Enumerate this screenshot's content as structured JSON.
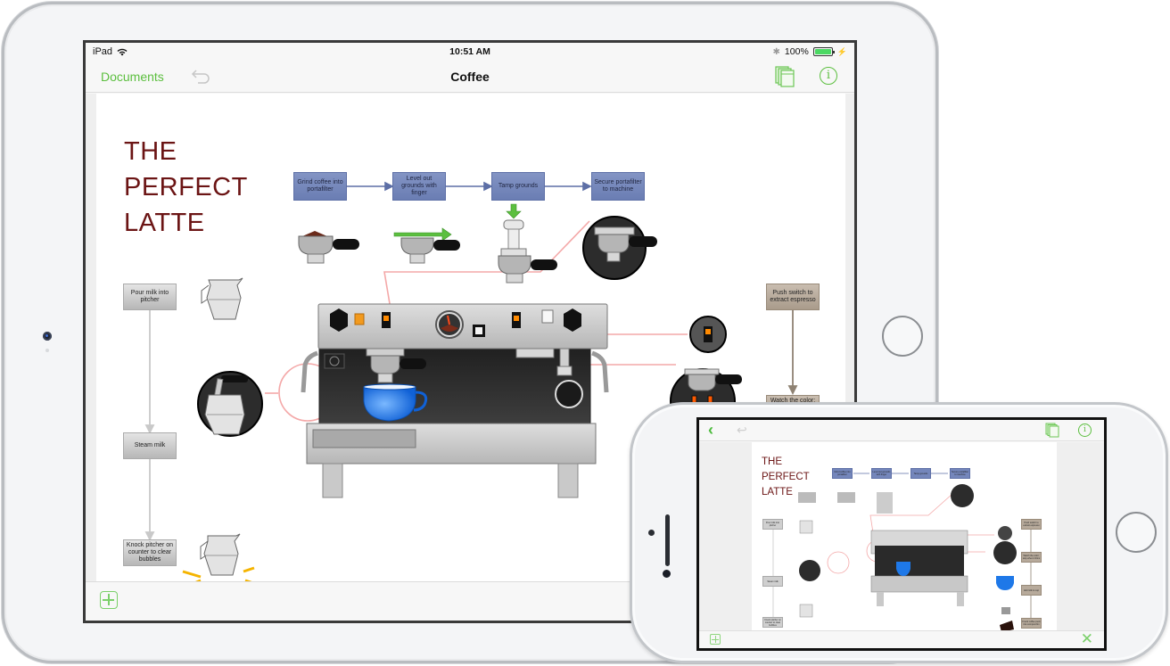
{
  "ipad": {
    "status_bar": {
      "device": "iPad",
      "time": "10:51 AM",
      "battery": "100%",
      "icons": [
        "wifi-icon",
        "bluetooth-icon",
        "battery-icon",
        "charging-icon"
      ]
    },
    "nav_bar": {
      "back_label": "Documents",
      "title": "Coffee",
      "undo_icon": "undo-icon",
      "canvases_icon": "canvases-icon",
      "info_icon": "info-icon",
      "info_glyph": "i"
    },
    "bottom_toolbar": {
      "add_icon": "add-canvas-icon"
    }
  },
  "diagram": {
    "title_lines": [
      "THE",
      "PERFECT",
      "LATTE"
    ],
    "espresso_steps": [
      "Grind coffee into portafilter",
      "Level out grounds with finger",
      "Tamp grounds",
      "Secure portafilter to machine"
    ],
    "milk_steps": [
      "Pour milk into pitcher",
      "Steam milk",
      "Knock pitcher on counter to clear bubbles"
    ],
    "extract_steps": [
      "Push switch to extract espresso",
      "Watch the color; stop when it thins",
      "Add milk to cup",
      "Knock coffee puck into compost bin"
    ]
  },
  "iphone": {
    "nav_bar": {
      "back_glyph": "‹",
      "undo_glyph": "↩",
      "info_glyph": "i"
    },
    "bottom_toolbar": {
      "close_glyph": "✕"
    }
  },
  "colors": {
    "accent_green": "#5cbf3f",
    "title_maroon": "#6b1414",
    "step_blue": "#7486bb",
    "step_gray": "#cfcfcf",
    "step_brown": "#b7aa9b",
    "connector_pink": "#f4a8a8",
    "cup_blue": "#1e78e8"
  }
}
